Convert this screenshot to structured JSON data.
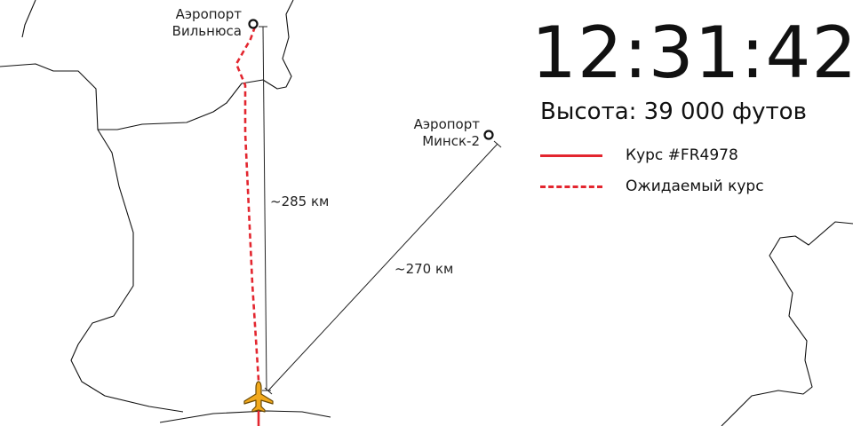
{
  "clock": "12:31:42",
  "altitude": "Высота: 39 000 футов",
  "airports": [
    {
      "line1": "Аэропорт",
      "line2": "Вильнюса"
    },
    {
      "line1": "Аэропорт",
      "line2": "Минск-2"
    }
  ],
  "distances": [
    "~285 км",
    "~270 км"
  ],
  "legend": [
    {
      "label": "Курс #FR4978",
      "style": "solid"
    },
    {
      "label": "Ожидаемый курс",
      "style": "dashed"
    }
  ],
  "colors": {
    "track": "#e3262f",
    "plane": "#f2a91c",
    "border": "#111111"
  },
  "icons": {
    "plane": "airplane-icon",
    "airport": "airport-marker-icon"
  }
}
